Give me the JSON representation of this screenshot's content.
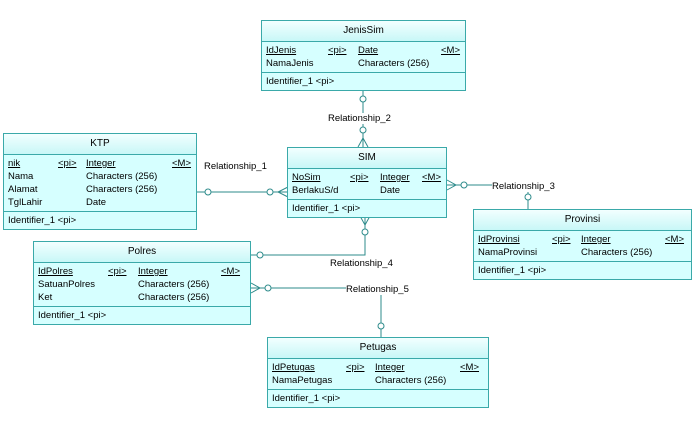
{
  "colors": {
    "entity_fill": "#d6ffff",
    "border": "#3aa9a9",
    "line": "#2e8b8b"
  },
  "entities": {
    "jenissim": {
      "title": "JenisSim",
      "attrs": [
        {
          "name": "IdJenis",
          "key": "<pi>",
          "type": "Date",
          "mand": "<M>"
        },
        {
          "name": "NamaJenis",
          "key": "",
          "type": "Characters (256)",
          "mand": ""
        }
      ],
      "identifier": "Identifier_1   <pi>"
    },
    "ktp": {
      "title": "KTP",
      "attrs": [
        {
          "name": "nik",
          "key": "<pi>",
          "type": "Integer",
          "mand": "<M>"
        },
        {
          "name": "Nama",
          "key": "",
          "type": "Characters (256)",
          "mand": ""
        },
        {
          "name": "Alamat",
          "key": "",
          "type": "Characters (256)",
          "mand": ""
        },
        {
          "name": "TglLahir",
          "key": "",
          "type": "Date",
          "mand": ""
        }
      ],
      "identifier": "Identifier_1   <pi>"
    },
    "sim": {
      "title": "SIM",
      "attrs": [
        {
          "name": "NoSim",
          "key": "<pi>",
          "type": "Integer",
          "mand": "<M>"
        },
        {
          "name": "BerlakuS/d",
          "key": "",
          "type": "Date",
          "mand": ""
        }
      ],
      "identifier": "Identifier_1   <pi>"
    },
    "provinsi": {
      "title": "Provinsi",
      "attrs": [
        {
          "name": "IdProvinsi",
          "key": "<pi>",
          "type": "Integer",
          "mand": "<M>"
        },
        {
          "name": "NamaProvinsi",
          "key": "",
          "type": "Characters (256)",
          "mand": ""
        }
      ],
      "identifier": "Identifier_1   <pi>"
    },
    "polres": {
      "title": "Polres",
      "attrs": [
        {
          "name": "IdPolres",
          "key": "<pi>",
          "type": "Integer",
          "mand": "<M>"
        },
        {
          "name": "SatuanPolres",
          "key": "",
          "type": "Characters (256)",
          "mand": ""
        },
        {
          "name": "Ket",
          "key": "",
          "type": "Characters (256)",
          "mand": ""
        }
      ],
      "identifier": "Identifier_1   <pi>"
    },
    "petugas": {
      "title": "Petugas",
      "attrs": [
        {
          "name": "IdPetugas",
          "key": "<pi>",
          "type": "Integer",
          "mand": "<M>"
        },
        {
          "name": "NamaPetugas",
          "key": "",
          "type": "Characters (256)",
          "mand": ""
        }
      ],
      "identifier": "Identifier_1   <pi>"
    }
  },
  "relationships": {
    "r1": "Relationship_1",
    "r2": "Relationship_2",
    "r3": "Relationship_3",
    "r4": "Relationship_4",
    "r5": "Relationship_5"
  }
}
